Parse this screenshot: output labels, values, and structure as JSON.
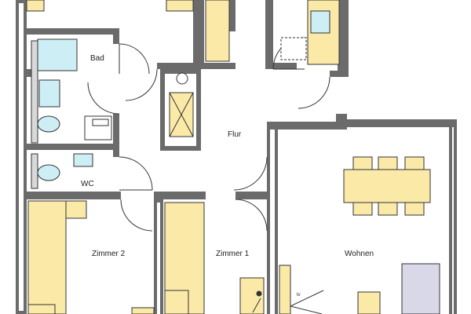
{
  "rooms": {
    "bad": "Bad",
    "flur": "Flur",
    "wc": "WC",
    "zimmer2": "Zimmer 2",
    "zimmer1": "Zimmer 1",
    "wohnen": "Wohnen"
  },
  "annotations": {
    "tv": "tv"
  },
  "colors": {
    "wall": "#6b6b6b",
    "furniture": "#fbe9a8",
    "fixture": "#cdeef5",
    "sofa": "#d8d8e8"
  }
}
